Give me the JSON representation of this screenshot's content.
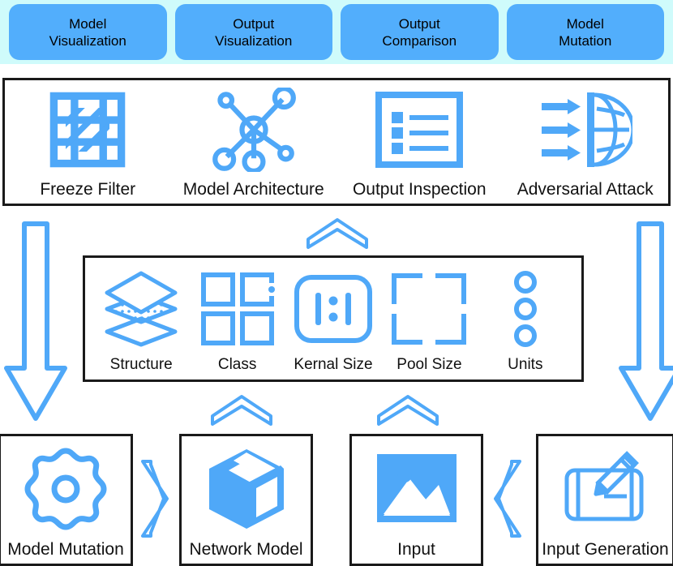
{
  "colors": {
    "tab_background": "#CFFBFB",
    "tab_fill": "#52AEFC",
    "icon_blue": "#4FA8F8",
    "border_black": "#1a1a1a",
    "text_black": "#111111"
  },
  "tabs": [
    {
      "name": "model-visualization",
      "line1": "Model",
      "line2": "Visualization"
    },
    {
      "name": "output-visualization",
      "line1": "Output",
      "line2": "Visualization"
    },
    {
      "name": "output-comparison",
      "line1": "Output",
      "line2": "Comparison"
    },
    {
      "name": "model-mutation",
      "line1": "Model",
      "line2": "Mutation"
    }
  ],
  "top_panel": {
    "items": [
      {
        "label": "Freeze Filter",
        "icon": "freeze-filter-icon"
      },
      {
        "label": "Model Architecture",
        "icon": "model-architecture-icon"
      },
      {
        "label": "Output Inspection",
        "icon": "output-inspection-icon"
      },
      {
        "label": "Adversarial Attack",
        "icon": "adversarial-attack-icon"
      }
    ]
  },
  "mid_panel": {
    "items": [
      {
        "label": "Structure",
        "icon": "layers-icon"
      },
      {
        "label": "Class",
        "icon": "grid-quadrant-icon"
      },
      {
        "label": "Kernal Size",
        "icon": "kernel-size-icon"
      },
      {
        "label": "Pool Size",
        "icon": "pool-size-icon"
      },
      {
        "label": "Units",
        "icon": "units-circles-icon"
      }
    ]
  },
  "bottom_boxes": [
    {
      "label": "Model Mutation",
      "icon": "gear-icon"
    },
    {
      "label": "Network Model",
      "icon": "cube-box-icon"
    },
    {
      "label": "Input",
      "icon": "image-icon"
    },
    {
      "label": "Input Generation",
      "icon": "tablet-pencil-icon"
    }
  ],
  "connectors": [
    {
      "name": "arrow-left-down",
      "direction": "down"
    },
    {
      "name": "arrow-right-down",
      "direction": "down"
    },
    {
      "name": "chev-up-top",
      "direction": "up"
    },
    {
      "name": "chev-up-left",
      "direction": "up"
    },
    {
      "name": "chev-up-right",
      "direction": "up"
    },
    {
      "name": "chev-right-mid",
      "direction": "right"
    },
    {
      "name": "chev-left-mid",
      "direction": "left"
    }
  ]
}
